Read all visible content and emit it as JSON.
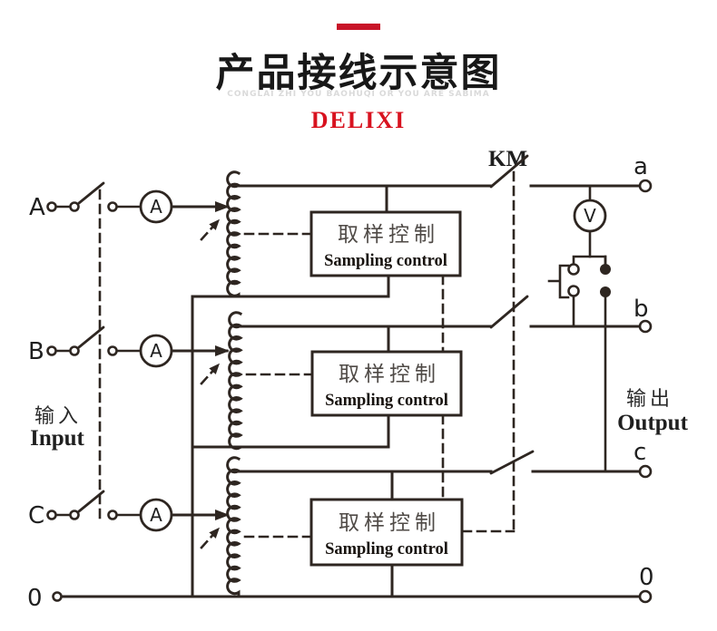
{
  "header": {
    "title": "产品接线示意图",
    "subtitle": "CONGLAI ZHI YOU BAOHUQI OR YOU ARE SABIMA",
    "brand": "DELIXI",
    "accent_color": "#c81428",
    "brand_color": "#d8121f"
  },
  "diagram": {
    "input": {
      "cn": "输入",
      "en": "Input"
    },
    "output": {
      "cn": "输出",
      "en": "Output"
    },
    "contactor_label": "KM",
    "ammeter_label": "A",
    "voltmeter_label": "V",
    "sampling_box": {
      "cn": "取样控制",
      "en": "Sampling control"
    },
    "input_terminals": {
      "a": "A",
      "b": "B",
      "c": "C",
      "neutral": "0"
    },
    "output_terminals": {
      "a": "a",
      "b": "b",
      "c": "c",
      "neutral": "0"
    },
    "line_color": "#2e2621"
  }
}
